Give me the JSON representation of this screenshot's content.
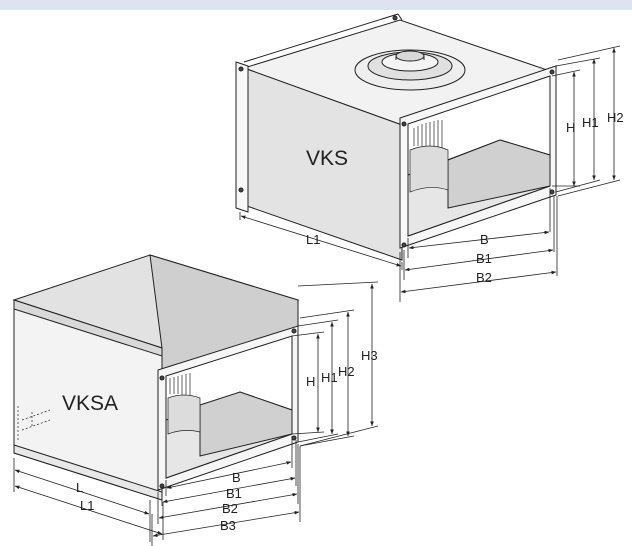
{
  "colors": {
    "top_bar": "#dde3f1",
    "line": "#222222",
    "light_face": "#f2f2f2",
    "mid_face": "#e0e0e0",
    "dark_face": "#bdbdbd",
    "inner": "#e8e8e8"
  },
  "vks": {
    "name": "VKS",
    "dims": {
      "l1": "L1",
      "h": "H",
      "h1": "H1",
      "h2": "H2",
      "b": "B",
      "b1": "B1",
      "b2": "B2"
    }
  },
  "vksa": {
    "name": "VKSA",
    "dims": {
      "l": "L",
      "l1": "L1",
      "h": "H",
      "h1": "H1",
      "h2": "H2",
      "h3": "H3",
      "b": "B",
      "b1": "B1",
      "b2": "B2",
      "b3": "B3"
    }
  }
}
